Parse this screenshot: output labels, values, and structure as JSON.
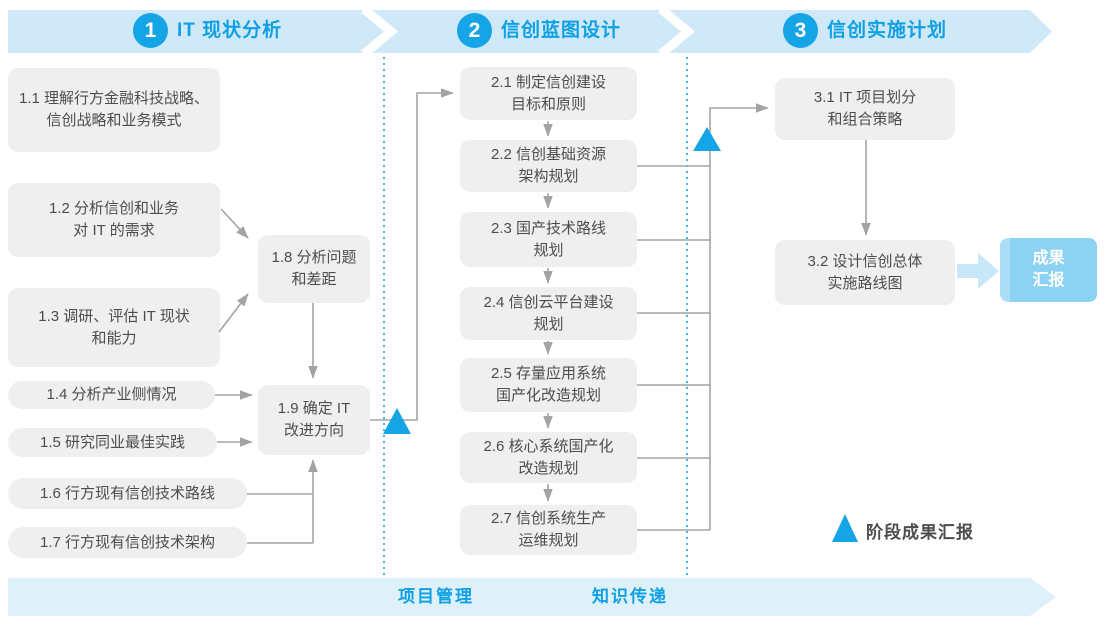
{
  "phases": [
    {
      "number": "1",
      "title": "IT 现状分析"
    },
    {
      "number": "2",
      "title": "信创蓝图设计"
    },
    {
      "number": "3",
      "title": "信创实施计划"
    }
  ],
  "steps1": [
    {
      "label": "1.1 理解行方金融科技战略、\n信创战略和业务模式"
    },
    {
      "label": "1.2 分析信创和业务\n对 IT 的需求"
    },
    {
      "label": "1.3 调研、评估 IT 现状\n和能力"
    },
    {
      "label": "1.4 分析产业侧情况"
    },
    {
      "label": "1.5 研究同业最佳实践"
    },
    {
      "label": "1.6 行方现有信创技术路线"
    },
    {
      "label": "1.7 行方现有信创技术架构"
    },
    {
      "label": "1.8 分析问题\n和差距"
    },
    {
      "label": "1.9 确定 IT\n改进方向"
    }
  ],
  "steps2": [
    {
      "label": "2.1 制定信创建设\n目标和原则"
    },
    {
      "label": "2.2 信创基础资源\n架构规划"
    },
    {
      "label": "2.3 国产技术路线\n规划"
    },
    {
      "label": "2.4 信创云平台建设\n规划"
    },
    {
      "label": "2.5 存量应用系统\n国产化改造规划"
    },
    {
      "label": "2.6 核心系统国产化\n改造规划"
    },
    {
      "label": "2.7 信创系统生产\n运维规划"
    }
  ],
  "steps3": [
    {
      "label": "3.1 IT 项目划分\n和组合策略"
    },
    {
      "label": "3.2 设计信创总体\n实施路线图"
    }
  ],
  "outcome": {
    "label": "成果\n汇报"
  },
  "legend": {
    "label": "阶段成果汇报"
  },
  "bottom_banner": {
    "items": [
      "项目管理",
      "知识传递"
    ]
  },
  "colors": {
    "accent_blue": "#15a5e6",
    "title_blue": "#10a0e4",
    "banner_fill": "#cfe9f8",
    "bottom_banner_fill": "#def1fb",
    "box_fill": "#efefef",
    "box_text": "#4d4d4d",
    "connector_gray": "#a3a3a3",
    "outcome_fill": "#8bd2f3",
    "outcome_arrow_fill": "#c8e8f9",
    "dotted_line_blue": "#45b7ec"
  }
}
